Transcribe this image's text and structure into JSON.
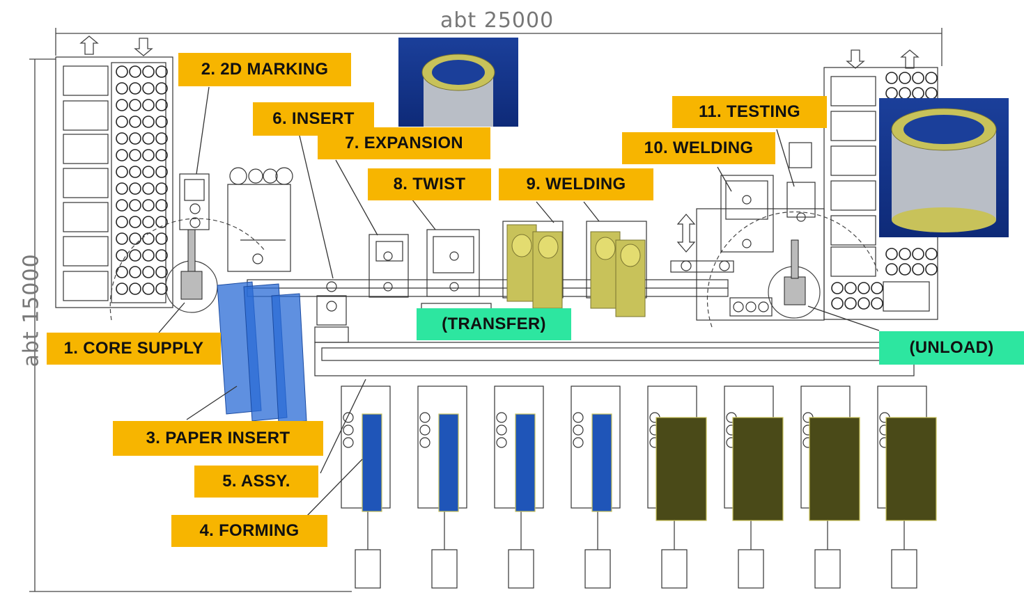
{
  "dimensions": {
    "width": "abt 25000",
    "height": "abt 15000"
  },
  "stations": {
    "core_supply": "1. CORE SUPPLY",
    "marking": "2. 2D MARKING",
    "paper_insert": "3. PAPER INSERT",
    "forming": "4. FORMING",
    "assy": "5. ASSY.",
    "insert": "6. INSERT",
    "expansion": "7. EXPANSION",
    "twist": "8. TWIST",
    "welding_9": "9. WELDING",
    "welding_10": "10. WELDING",
    "testing": "11. TESTING"
  },
  "flow": {
    "transfer": "(TRANSFER)",
    "unload": "(UNLOAD)"
  },
  "colors": {
    "station_label": "#f7b500",
    "flow_label": "#2de6a0",
    "photo_bg": "#1b3f9a",
    "coil": "#c8c25a",
    "drawing_line": "#333333"
  }
}
